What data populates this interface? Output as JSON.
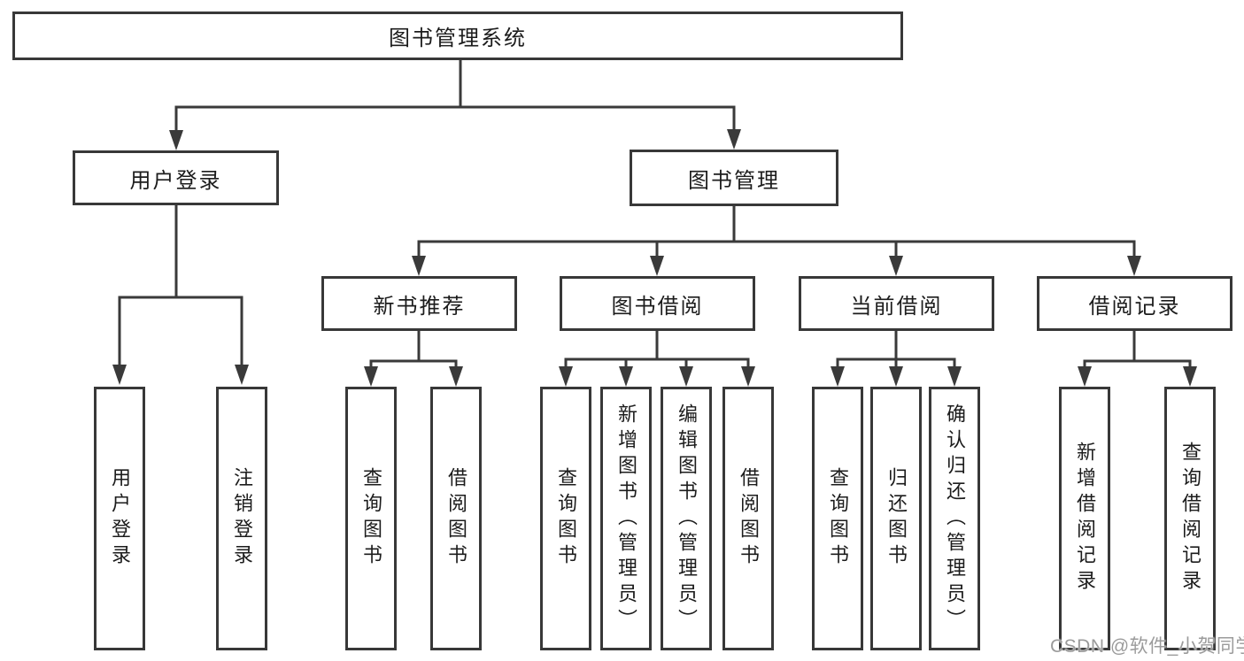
{
  "nodes": {
    "root": "图书管理系统",
    "user_login": "用户登录",
    "book_mgmt": "图书管理",
    "new_book_rec": "新书推荐",
    "book_borrow": "图书借阅",
    "current_borrow": "当前借阅",
    "borrow_records": "借阅记录"
  },
  "leaves": {
    "user_login": [
      "用户登录",
      "注销登录"
    ],
    "new_book_rec": [
      "查询图书",
      "借阅图书"
    ],
    "book_borrow": [
      "查询图书",
      "新增图书（管理员）",
      "编辑图书（管理员）",
      "借阅图书"
    ],
    "current_borrow": [
      "查询图书",
      "归还图书",
      "确认归还（管理员）"
    ],
    "borrow_records": [
      "新增借阅记录",
      "查询借阅记录"
    ]
  },
  "watermark": "CSDN @软件_小贺同学",
  "colors": {
    "line": "#3a3a3a",
    "border": "#383838",
    "text": "#1c1c1c",
    "watermark": "#9b9b9b",
    "background": "#ffffff"
  }
}
